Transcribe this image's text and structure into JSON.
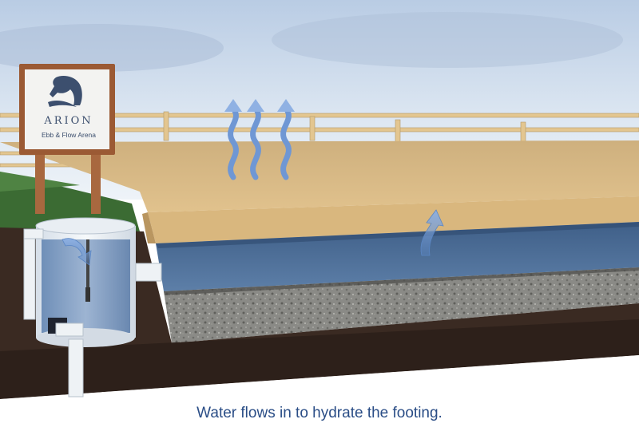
{
  "sign": {
    "brand": "ARION",
    "subtitle": "Ebb & Flow Arena",
    "logo_icon": "horse-head-icon"
  },
  "caption": "Water flows in to hydrate the footing.",
  "icons": {
    "evaporation": "wavy-up-arrow-icon",
    "upflow": "curved-up-arrow-icon",
    "inflow": "curved-down-arrow-icon"
  },
  "colors": {
    "sky": "#c9d8ea",
    "footing": "#d6b57f",
    "water": "#4f6e95",
    "gravel": "#8a8a86",
    "soil": "#3a2a22",
    "caption": "#2a4d86"
  }
}
